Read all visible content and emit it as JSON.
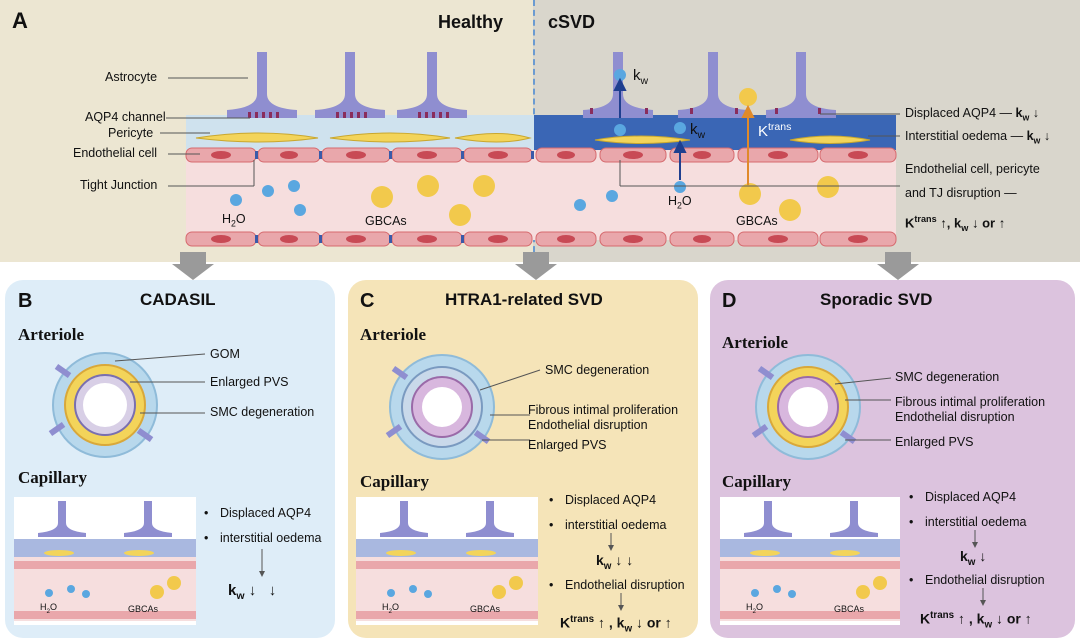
{
  "panelA": {
    "letter": "A",
    "healthy": "Healthy",
    "csvd": "cSVD",
    "left_labels": {
      "astrocyte": "Astrocyte",
      "aqp4": "AQP4 channel",
      "pericyte": "Pericyte",
      "endothelial": "Endothelial cell",
      "tight_junction": "Tight Junction"
    },
    "water": "H",
    "water_sub": "2",
    "water_o": "O",
    "gbcas": "GBCAs",
    "kw_k": "k",
    "kw_sub": "w",
    "ktrans_k": "K",
    "ktrans_sup": "trans",
    "right_labels": {
      "displaced": "Displaced AQP4 —",
      "oedema": "Interstitial oedema —",
      "disruption_1": "Endothelial cell, pericyte",
      "disruption_2": "and TJ disruption —"
    },
    "arrow_down": "↓",
    "arrow_up": "↑",
    "comma": ",",
    "or": "or"
  },
  "panelB": {
    "letter": "B",
    "title": "CADASIL",
    "arteriole": "Arteriole",
    "capillary": "Capillary",
    "labels": {
      "gom": "GOM",
      "pvs": "Enlarged PVS",
      "smc": "SMC degeneration"
    },
    "bullets": [
      "Displaced AQP4",
      "interstitial oedema"
    ]
  },
  "panelC": {
    "letter": "C",
    "title": "HTRA1-related SVD",
    "arteriole": "Arteriole",
    "capillary": "Capillary",
    "labels": {
      "smc": "SMC degeneration",
      "fib": "Fibrous intimal proliferation",
      "endo": "Endothelial disruption",
      "pvs": "Enlarged PVS"
    },
    "bullets": [
      "Displaced AQP4",
      "interstitial oedema",
      "Endothelial disruption"
    ]
  },
  "panelD": {
    "letter": "D",
    "title": "Sporadic SVD",
    "arteriole": "Arteriole",
    "capillary": "Capillary",
    "labels": {
      "smc": "SMC degeneration",
      "fib": "Fibrous intimal proliferation",
      "endo": "Endothelial disruption",
      "pvs": "Enlarged PVS"
    },
    "bullets": [
      "Displaced AQP4",
      "interstitial oedema",
      "Endothelial disruption"
    ]
  },
  "colors": {
    "panelA_left": "#ece6d2",
    "panelA_right": "#d9d6cc",
    "panelB": "#deedf8",
    "panelC": "#f5e4b8",
    "panelD": "#dcc3de",
    "astrocyte": "#8f8ed0",
    "aqp4": "#8a2d5c",
    "endothelium": "#d66a6e",
    "pericyte": "#f3d45a",
    "gbca": "#f2c94c",
    "water": "#5aa7e0",
    "ktrans_arrow": "#e08a2a",
    "kw_arrow": "#1f3f8f"
  }
}
